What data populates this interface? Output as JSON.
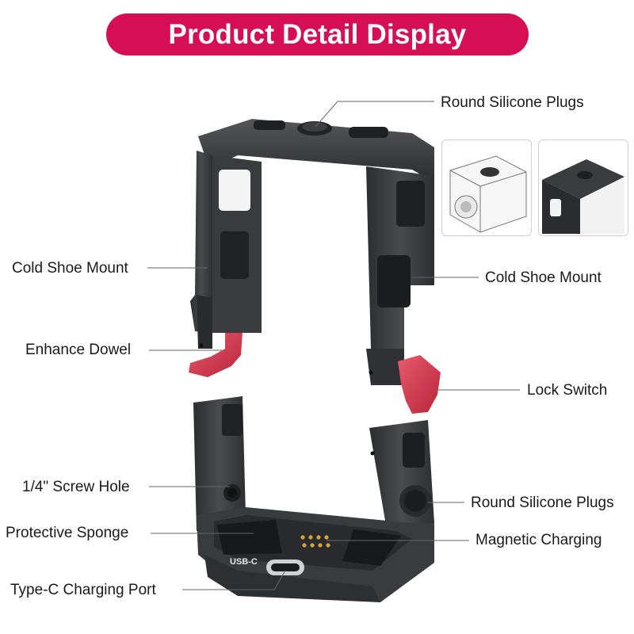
{
  "title": "Product Detail Display",
  "colors": {
    "accent": "#d60e53",
    "cage_body": "#3a3b3d",
    "lock_red": "#d9394f"
  },
  "labels": {
    "round_silicone_plugs_top": "Round Silicone Plugs",
    "cold_shoe_mount_left": "Cold Shoe Mount",
    "cold_shoe_mount_right": "Cold Shoe Mount",
    "enhance_dowel": "Enhance Dowel",
    "lock_switch": "Lock Switch",
    "screw_hole": "1/4\" Screw Hole",
    "round_silicone_plugs_bottom": "Round Silicone Plugs",
    "protective_sponge": "Protective Sponge",
    "magnetic_charging": "Magnetic Charging",
    "type_c_port": "Type-C Charging Port"
  },
  "product_print": {
    "usb_mark": "USB-C"
  }
}
